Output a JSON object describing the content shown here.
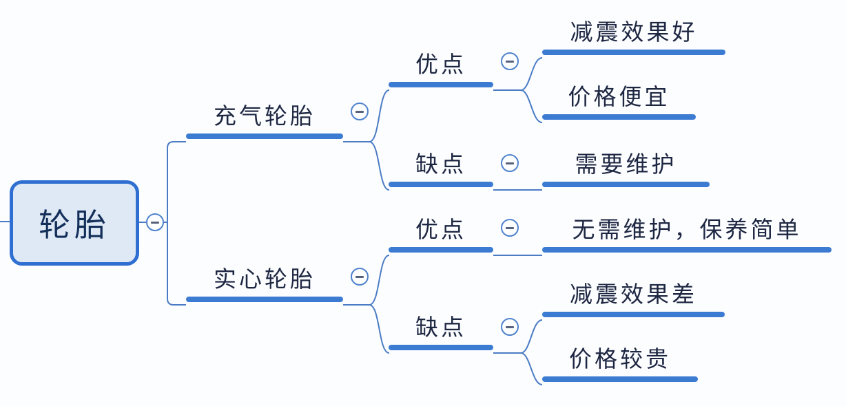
{
  "app": {
    "kind": "mindmap-diagram"
  },
  "colors": {
    "bar": "#3c7bd2",
    "connector": "#4a7bc4",
    "root_fill": "#dfe9f6",
    "root_border": "#2e6fd1",
    "text": "#1e2742",
    "collapse_ring": "#4e82cc",
    "collapse_minus": "#55617d"
  },
  "icons": {
    "collapse": "minus-circle-icon"
  },
  "mindmap": {
    "root": {
      "label": "轮胎"
    },
    "branches": [
      {
        "label": "充气轮胎",
        "children": [
          {
            "label": "优点",
            "children": [
              {
                "label": "减震效果好"
              },
              {
                "label": "价格便宜"
              }
            ]
          },
          {
            "label": "缺点",
            "children": [
              {
                "label": "需要维护"
              }
            ]
          }
        ]
      },
      {
        "label": "实心轮胎",
        "children": [
          {
            "label": "优点",
            "children": [
              {
                "label": "无需维护，保养简单"
              }
            ]
          },
          {
            "label": "缺点",
            "children": [
              {
                "label": "减震效果差"
              },
              {
                "label": "价格较贵"
              }
            ]
          }
        ]
      }
    ]
  }
}
